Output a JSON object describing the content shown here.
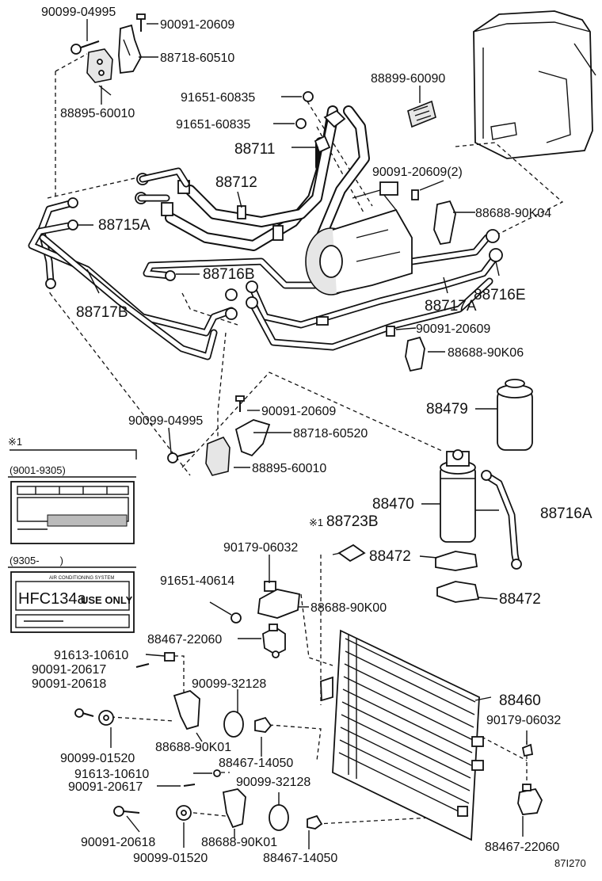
{
  "part_labels": {
    "p90099_04995_top": "90099-04995",
    "p90091_20609_top": "90091-20609",
    "p88718_60510": "88718-60510",
    "p88895_60010_top": "88895-60010",
    "p91651_60835_a": "91651-60835",
    "p91651_60835_b": "91651-60835",
    "p88711": "88711",
    "p88899_60090": "88899-60090",
    "p90091_20609_2": "90091-20609(2)",
    "p88712": "88712",
    "p88715A": "88715A",
    "p88688_90K04": "88688-90K04",
    "p88716B": "88716B",
    "p88716E": "88716E",
    "p88717B": "88717B",
    "p88717A": "88717A",
    "p90091_20609_mid": "90091-20609",
    "p88688_90K06": "88688-90K06",
    "p88479": "88479",
    "p90099_04995_mid": "90099-04995",
    "p90091_20609_low": "90091-20609",
    "p88718_60520": "88718-60520",
    "p88895_60010_mid": "88895-60010",
    "p88470": "88470",
    "p88716A": "88716A",
    "p88723B": "88723B",
    "p88472_a": "88472",
    "p88472_b": "88472",
    "p90179_06032_a": "90179-06032",
    "p91651_40614": "91651-40614",
    "p88688_90K00": "88688-90K00",
    "p88467_22060_a": "88467-22060",
    "p91613_10610_a": "91613-10610",
    "p90091_20617_a": "90091-20617",
    "p90091_20618_a": "90091-20618",
    "p90099_32128_a": "90099-32128",
    "p88460": "88460",
    "p90179_06032_b": "90179-06032",
    "p88688_90K01_a": "88688-90K01",
    "p90099_01520_a": "90099-01520",
    "p88467_14050_a": "88467-14050",
    "p91613_10610_b": "91613-10610",
    "p90091_20617_b": "90091-20617",
    "p90099_32128_b": "90099-32128",
    "p90091_20618_b": "90091-20618",
    "p88688_90K01_b": "88688-90K01",
    "p88467_14050_b": "88467-14050",
    "p90099_01520_b": "90099-01520",
    "p88467_22060_b": "88467-22060"
  },
  "footnote": {
    "marker": "※1",
    "range1": "(9001-9305)",
    "range2": "(9305-　　)",
    "label_title": "AIR CONDITIONING SYSTEM",
    "label_text_a": "HFC134a",
    "label_text_b": "USE ONLY",
    "ref_marker": "※1"
  },
  "figure_code": "87I270",
  "icons": [
    "bolt-icon",
    "clip-icon",
    "bracket-icon",
    "o-ring-icon",
    "compressor-icon",
    "receiver-icon",
    "condenser-icon",
    "blower-case-icon"
  ]
}
